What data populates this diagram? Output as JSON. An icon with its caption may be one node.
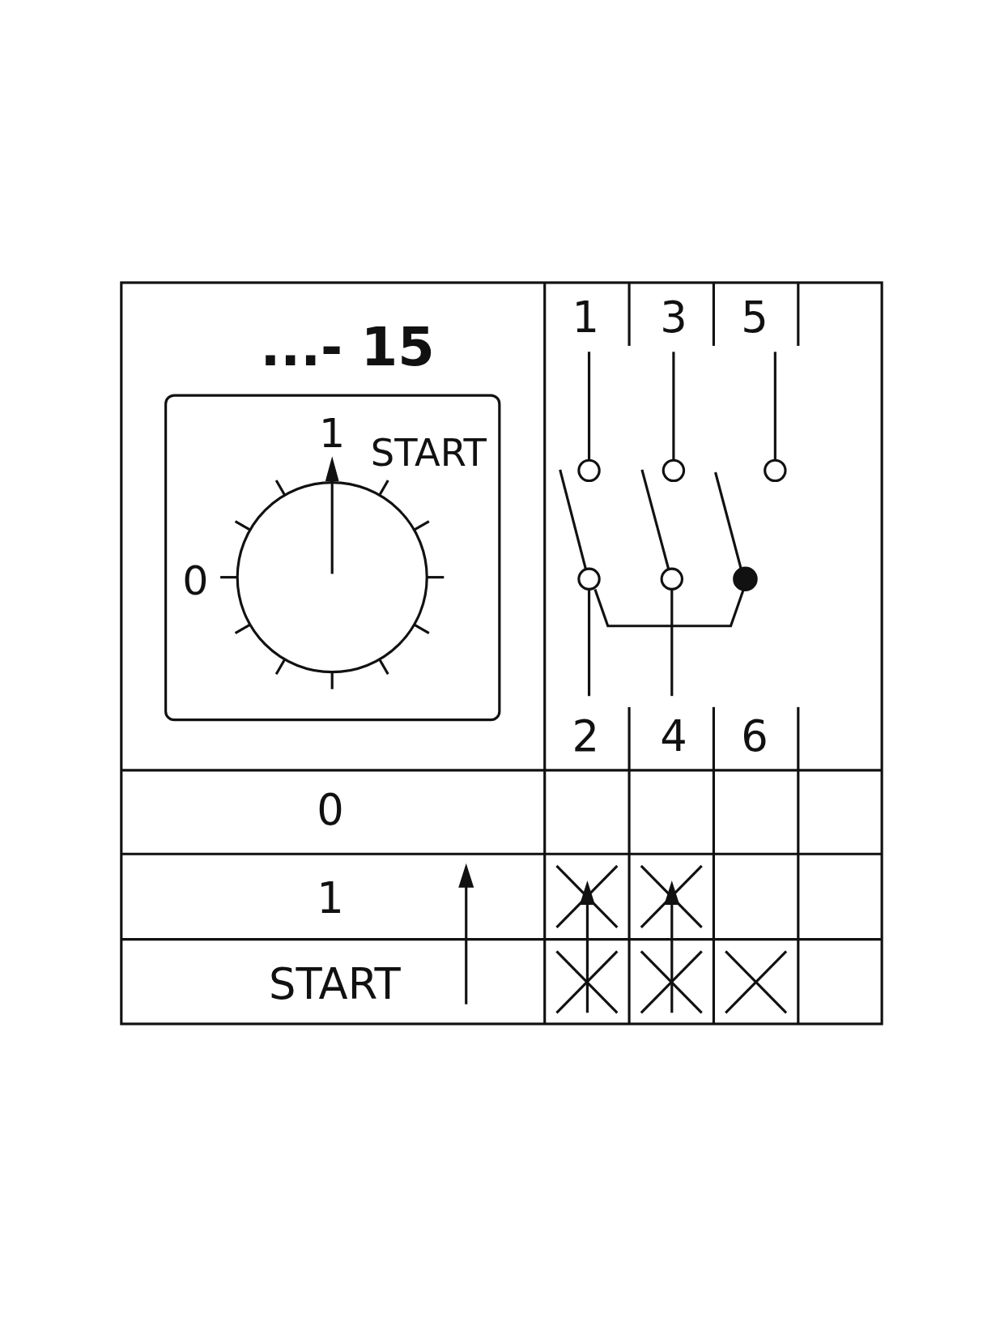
{
  "diagram": {
    "title": "...- 15",
    "labels": [
      "1",
      "START",
      "0",
      "1",
      "3",
      "5",
      "2",
      "4",
      "6",
      "0",
      "1",
      "START"
    ]
  }
}
